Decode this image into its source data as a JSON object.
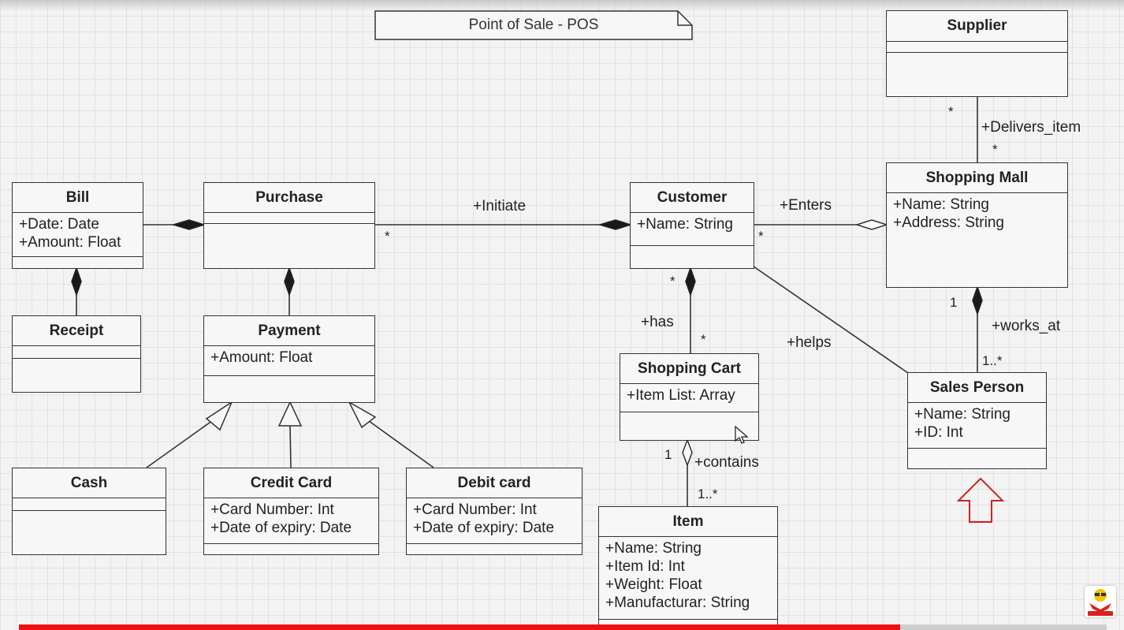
{
  "note": {
    "title": "Point of Sale - POS"
  },
  "classes": {
    "supplier": {
      "name": "Supplier",
      "attributes": []
    },
    "shopping_mall": {
      "name": "Shopping Mall",
      "attributes": [
        "+Name: String",
        "+Address: String"
      ]
    },
    "bill": {
      "name": "Bill",
      "attributes": [
        "+Date: Date",
        "+Amount: Float"
      ]
    },
    "purchase": {
      "name": "Purchase",
      "attributes": []
    },
    "customer": {
      "name": "Customer",
      "attributes": [
        "+Name: String"
      ]
    },
    "receipt": {
      "name": "Receipt",
      "attributes": []
    },
    "payment": {
      "name": "Payment",
      "attributes": [
        "+Amount: Float"
      ]
    },
    "shopping_cart": {
      "name": "Shopping Cart",
      "attributes": [
        "+Item List: Array"
      ]
    },
    "sales_person": {
      "name": "Sales Person",
      "attributes": [
        "+Name: String",
        "+ID: Int"
      ]
    },
    "cash": {
      "name": "Cash",
      "attributes": []
    },
    "credit_card": {
      "name": "Credit Card",
      "attributes": [
        "+Card Number: Int",
        "+Date of expiry: Date"
      ]
    },
    "debit_card": {
      "name": "Debit card",
      "attributes": [
        "+Card Number: Int",
        "+Date of expiry: Date"
      ]
    },
    "item": {
      "name": "Item",
      "attributes": [
        "+Name: String",
        "+Item Id: Int",
        "+Weight: Float",
        "+Manufacturar: String"
      ]
    }
  },
  "relations": {
    "delivers_item": {
      "label": "+Delivers_item",
      "mult_supplier": "*",
      "mult_mall": "*"
    },
    "initiate": {
      "label": "+Initiate",
      "mult_purchase": "*"
    },
    "enters": {
      "label": "+Enters",
      "mult_customer": "*"
    },
    "has": {
      "label": "+has",
      "mult_customer": "*",
      "mult_cart": "*"
    },
    "helps": {
      "label": "+helps"
    },
    "works_at": {
      "label": "+works_at",
      "mult_mall": "1",
      "mult_sales": "1..*"
    },
    "contains": {
      "label": "+contains",
      "mult_cart": "1",
      "mult_item": "1..*"
    }
  },
  "player": {
    "progress_percent": 81
  },
  "colors": {
    "highlight_arrow": "#cc2222",
    "progress": "#ee1111"
  }
}
